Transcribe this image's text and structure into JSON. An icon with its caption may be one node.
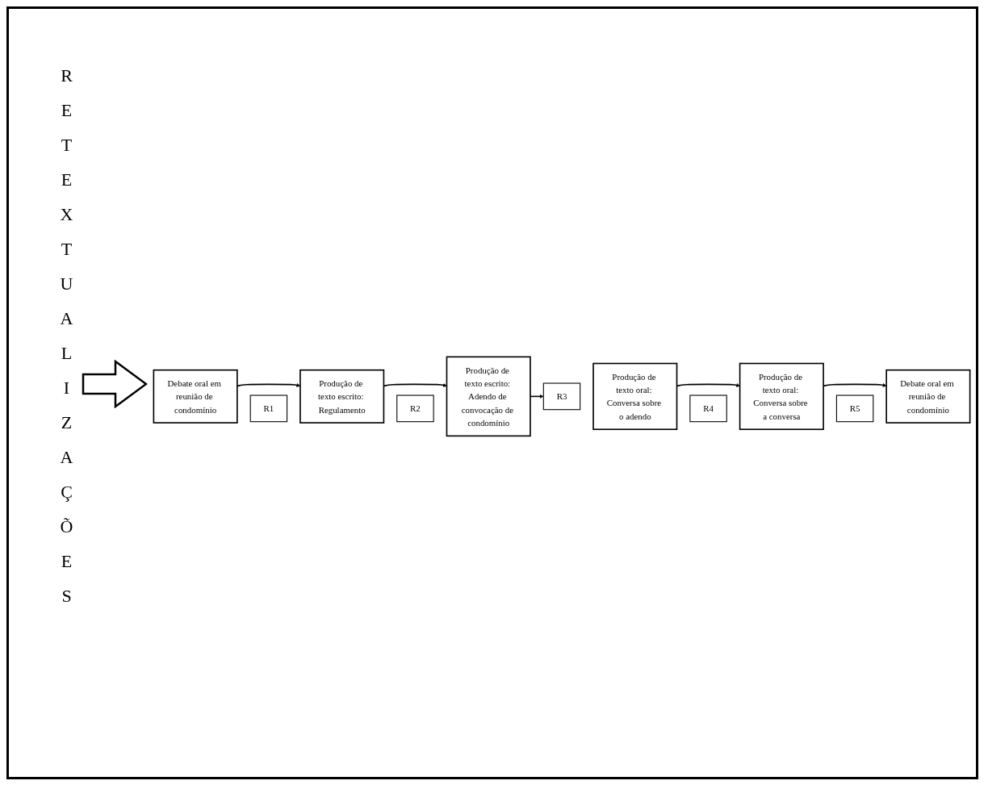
{
  "diagram": {
    "nodes": [
      {
        "text": [
          "Debate oral em reunião de condomínio"
        ]
      },
      {
        "text": [
          "R1"
        ]
      },
      {
        "text": [
          "Produção de texto escrito: Regulamento"
        ]
      },
      {
        "text": [
          "R2"
        ]
      },
      {
        "text": [
          "Produção de texto escrito: Adendo de convocação de condomínio"
        ]
      },
      {
        "text": [
          "Debate oral em reunião de condomínio"
        ]
      },
      {
        "text": [
          "R5"
        ]
      },
      {
        "text": [
          "Produção de texto oral: Conversa sobre a conversa"
        ]
      },
      {
        "text": [
          "R4"
        ]
      },
      {
        "text": [
          "Produção de texto oral: Conversa sobre o adendo"
        ]
      },
      {
        "text": [
          "R3"
        ]
      }
    ],
    "edges": [
      {
        "from": 0,
        "to": 2,
        "arrow": "to"
      },
      {
        "from": 2,
        "to": 4,
        "arrow": "to"
      },
      {
        "from": 4,
        "to": 10,
        "arrow": "to"
      },
      {
        "from": 9,
        "to": 7,
        "arrow": "to"
      },
      {
        "from": 7,
        "to": 5,
        "arrow": "to"
      }
    ],
    "labels": [
      "RETEXTUALIZAÇÕES"
    ]
  }
}
